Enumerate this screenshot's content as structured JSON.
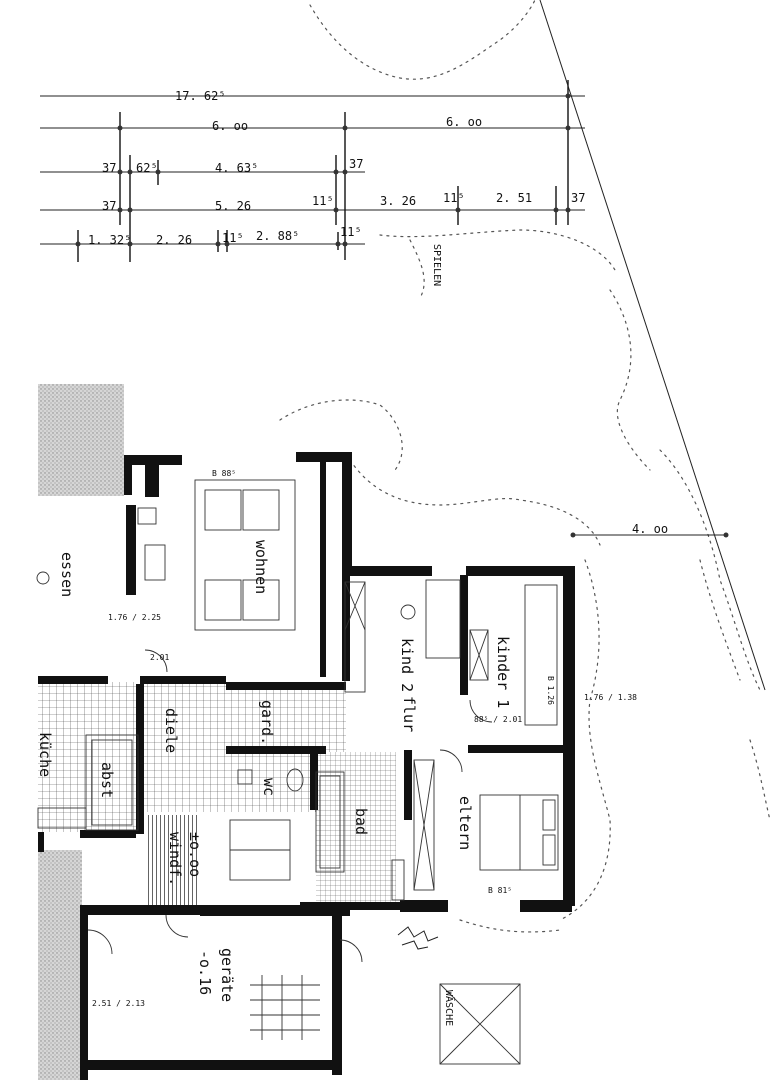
{
  "dimensions": {
    "row1": [
      "17. 62⁵"
    ],
    "row2": [
      "6. oo",
      "6. oo"
    ],
    "row3": [
      "37",
      "62⁵",
      "4. 63⁵",
      "37"
    ],
    "row4": [
      "37",
      "5. 26",
      "11⁵",
      "3. 26",
      "11⁵",
      "2. 51",
      "37"
    ],
    "row5": [
      "1. 32⁵",
      "2. 26",
      "11⁵",
      "2. 88⁵",
      "11⁵"
    ],
    "right": [
      "4. oo"
    ]
  },
  "rooms": {
    "wohnen": "wohnen",
    "essen": "essen",
    "kueche": "küche",
    "diele": "diele",
    "gard": "gard.",
    "wc": "wc",
    "abst": "abst",
    "windf": "windf.",
    "windf_level": "±o.oo",
    "kind2": "kind 2",
    "flur": "flur",
    "kinder1": "kinder 1",
    "eltern": "eltern",
    "bad": "bad",
    "geraete": "geräte",
    "geraete_level": "-o.16",
    "spielen": "SPIELEN",
    "waesche": "WÄSCHE"
  },
  "openings": {
    "wohnen_window": "B 88⁵",
    "kinder_window": "B 1.26",
    "eltern_window": "B 81⁵",
    "essen_door": "1.76 / 2.25",
    "kinder_right": "1.76 / 1.38",
    "door_a": "2.01",
    "door_b": "88⁵ / 2.01",
    "geraete_door": "2.51 / 2.13"
  }
}
